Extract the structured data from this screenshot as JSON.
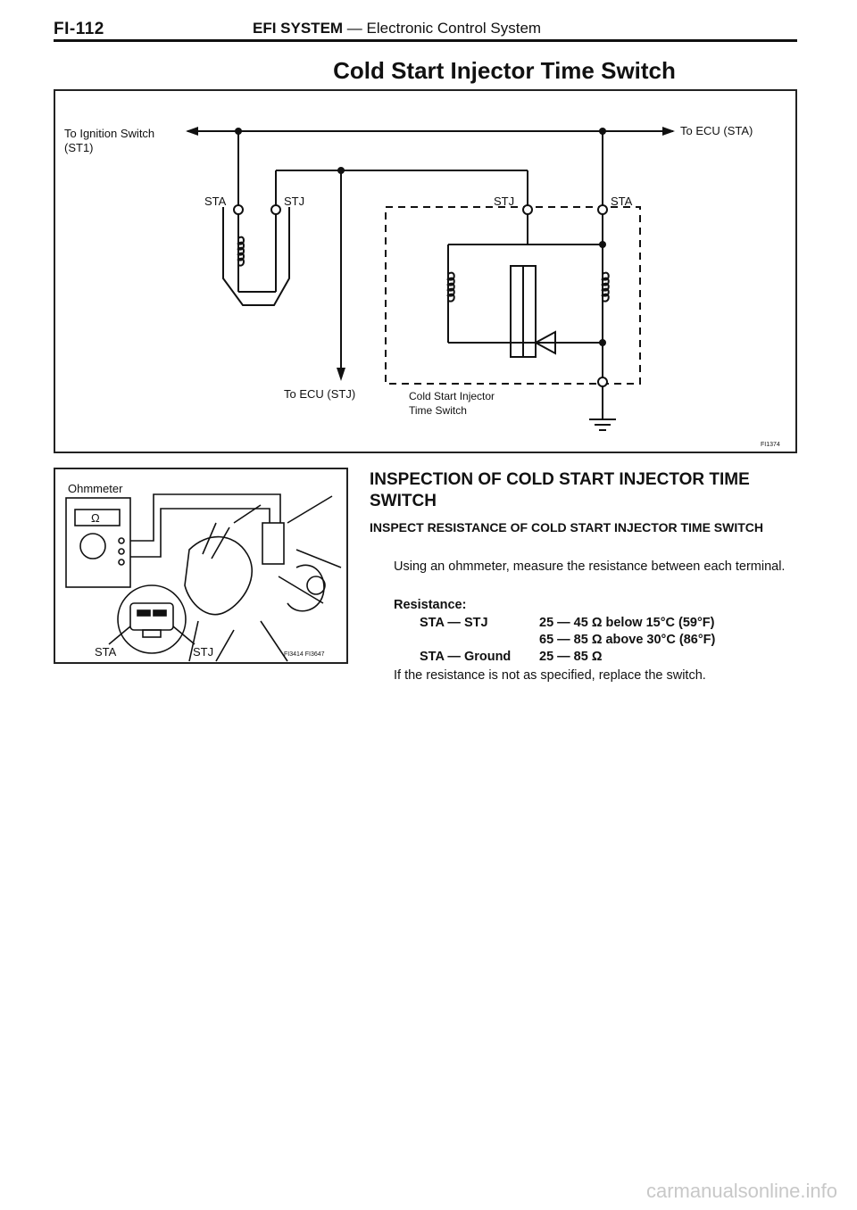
{
  "header": {
    "page_number": "FI-112",
    "running_head_bold": "EFI SYSTEM",
    "running_head_rest": " — Electronic Control System"
  },
  "section_title": "Cold Start Injector Time Switch",
  "diagram": {
    "label_ignition_line1": "To Ignition Switch",
    "label_ignition_line2": "(ST1)",
    "label_ecu_sta": "To ECU (STA)",
    "label_sta_left": "STA",
    "label_stj_left": "STJ",
    "label_stj_right": "STJ",
    "label_sta_right": "STA",
    "label_ecu_stj": "To ECU (STJ)",
    "label_switch_line1": "Cold Start Injector",
    "label_switch_line2": "Time Switch",
    "figure_code": "FI1374"
  },
  "photo": {
    "meter_label": "Ohmmeter",
    "meter_display": "Ω",
    "label_sta": "STA",
    "label_stj": "STJ",
    "figure_code": "FI3414 FI3647"
  },
  "inspection": {
    "heading": "INSPECTION OF COLD START INJECTOR TIME SWITCH",
    "subheading": "INSPECT RESISTANCE OF COLD START INJECTOR TIME SWITCH",
    "paragraph": "Using an ohmmeter, measure the resistance between each terminal.",
    "resistance_label": "Resistance:",
    "specs": [
      {
        "terminals": "STA — STJ",
        "value": "25 — 45 Ω below 15°C (59°F)"
      },
      {
        "terminals": "",
        "value": "65 — 85 Ω above 30°C (86°F)"
      },
      {
        "terminals": "STA — Ground",
        "value": "25 — 85 Ω"
      }
    ],
    "note": "If the resistance is not as specified, replace the switch."
  },
  "watermark": "carmanualsonline.info"
}
